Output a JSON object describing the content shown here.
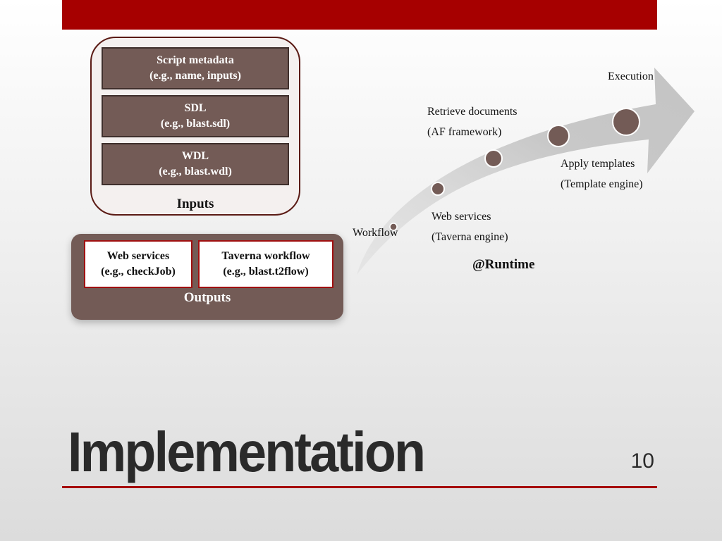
{
  "slide": {
    "title": "Implementation",
    "page_number": "10",
    "accent_color": "#a60000"
  },
  "inputs": {
    "label": "Inputs",
    "items": [
      {
        "line1": "Script metadata",
        "line2": "(e.g., name, inputs)"
      },
      {
        "line1": "SDL",
        "line2": "(e.g., blast.sdl)"
      },
      {
        "line1": "WDL",
        "line2": "(e.g., blast.wdl)"
      }
    ]
  },
  "outputs": {
    "label": "Outputs",
    "items": [
      {
        "line1": "Web services",
        "line2": "(e.g., checkJob)"
      },
      {
        "line1": "Taverna workflow",
        "line2": "(e.g., blast.t2flow)"
      }
    ]
  },
  "runtime": {
    "label": "@Runtime",
    "steps": [
      {
        "line1": "Workflow"
      },
      {
        "line1": "Web services",
        "line2": "(Taverna engine)"
      },
      {
        "line1": "Retrieve documents",
        "line2": "(AF framework)"
      },
      {
        "line1": "Apply templates",
        "line2": "(Template engine)"
      },
      {
        "line1": "Execution"
      }
    ]
  }
}
